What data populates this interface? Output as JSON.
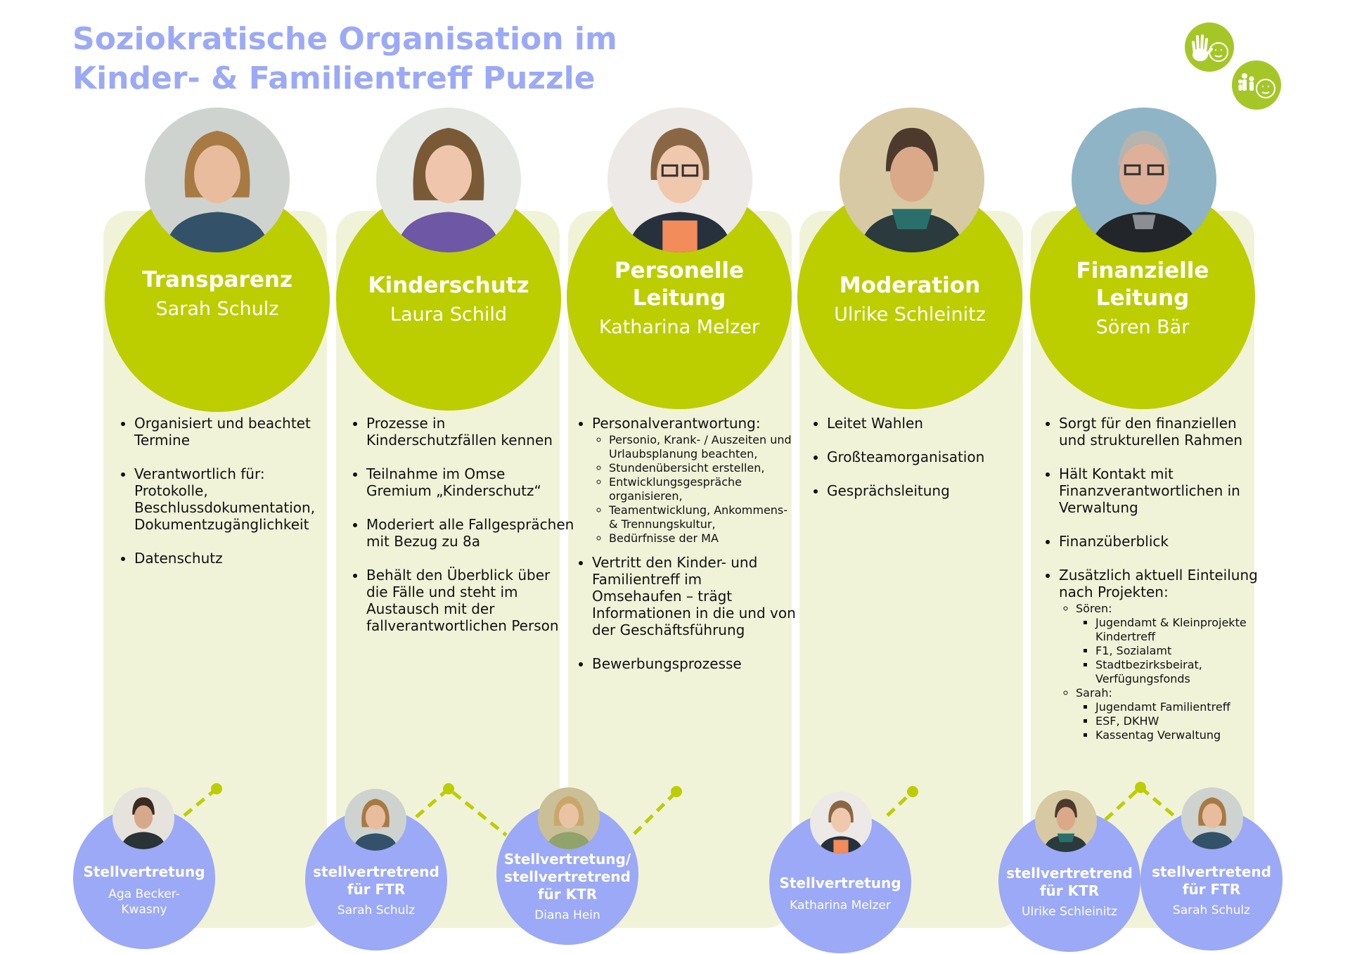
{
  "title_line1": "Soziokratische Organisation im",
  "title_line2": "Kinder- & Familientreff Puzzle",
  "colors": {
    "title": "#9ba9f6",
    "circle": "#bccd00",
    "column": "#f1f3d9",
    "deputy": "#9ba9f6",
    "logo": "#a6c628"
  },
  "roles": [
    {
      "role": "Transparenz",
      "person": "Sarah Schulz",
      "tasks": [
        "Organisiert und beachtet Termine",
        "Verantwortlich für: Protokolle, Beschlussdokumentation, Dokumentzugänglichkeit",
        "Datenschutz"
      ]
    },
    {
      "role": "Kinderschutz",
      "person": "Laura Schild",
      "tasks": [
        "Prozesse in Kinderschutzfällen kennen",
        "Teilnahme im Omse Gremium „Kinderschutz“",
        "Moderiert alle Fallgesprächen mit Bezug zu 8a",
        "Behält den Überblick über die Fälle und steht im Austausch mit der fallverantwortlichen Person"
      ]
    },
    {
      "role_line1": "Personelle",
      "role_line2": "Leitung",
      "person": "Katharina Melzer",
      "task1": "Personalverantwortung:",
      "subtasks": [
        "Personio, Krank- / Auszeiten und Urlaubsplanung beachten,",
        "Stundenübersicht erstellen,",
        "Entwicklungsgespräche organisieren,",
        "Teamentwicklung, Ankommens- & Trennungskultur,",
        "Bedürfnisse der MA"
      ],
      "task2": "Vertritt den Kinder- und Familientreff im Omsehaufen – trägt Informationen in die und von der Geschäftsführung",
      "task3": "Bewerbungsprozesse"
    },
    {
      "role": "Moderation",
      "person": "Ulrike Schleinitz",
      "tasks": [
        "Leitet Wahlen",
        "Großteamorganisation",
        "Gesprächsleitung"
      ]
    },
    {
      "role_line1": "Finanzielle",
      "role_line2": "Leitung",
      "person": "Sören Bär",
      "tasks": [
        "Sorgt für den finanziellen und strukturellen Rahmen",
        "Hält Kontakt mit Finanzverantwortlichen in Verwaltung",
        "Finanzüberblick"
      ],
      "task4": "Zusätzlich aktuell Einteilung nach Projekten:",
      "sub_soeren": "Sören:",
      "soeren_items": [
        "Jugendamt & Kleinprojekte Kindertreff",
        "F1, Sozialamt",
        "Stadtbezirksbeirat, Verfügungsfonds"
      ],
      "sub_sarah": "Sarah:",
      "sarah_items": [
        "Jugendamt Familientreff",
        "ESF, DKHW",
        "Kassentag Verwaltung"
      ]
    }
  ],
  "deputies": [
    {
      "role": "Stellvertretung",
      "name_line1": "Aga Becker-",
      "name_line2": "Kwasny"
    },
    {
      "role_line1": "stellvertretrend",
      "role_line2": "für FTR",
      "name": "Sarah Schulz"
    },
    {
      "role_line1": "Stellvertretung/",
      "role_line2": "stellvertretrend",
      "role_line3": "für KTR",
      "name": "Diana Hein"
    },
    {
      "role": "Stellvertretung",
      "name": "Katharina Melzer"
    },
    {
      "role_line1": "stellvertretrend",
      "role_line2": "für KTR",
      "name": "Ulrike Schleinitz"
    },
    {
      "role_line1": "stellvertretend",
      "role_line2": "für FTR",
      "name": "Sarah Schulz"
    }
  ]
}
